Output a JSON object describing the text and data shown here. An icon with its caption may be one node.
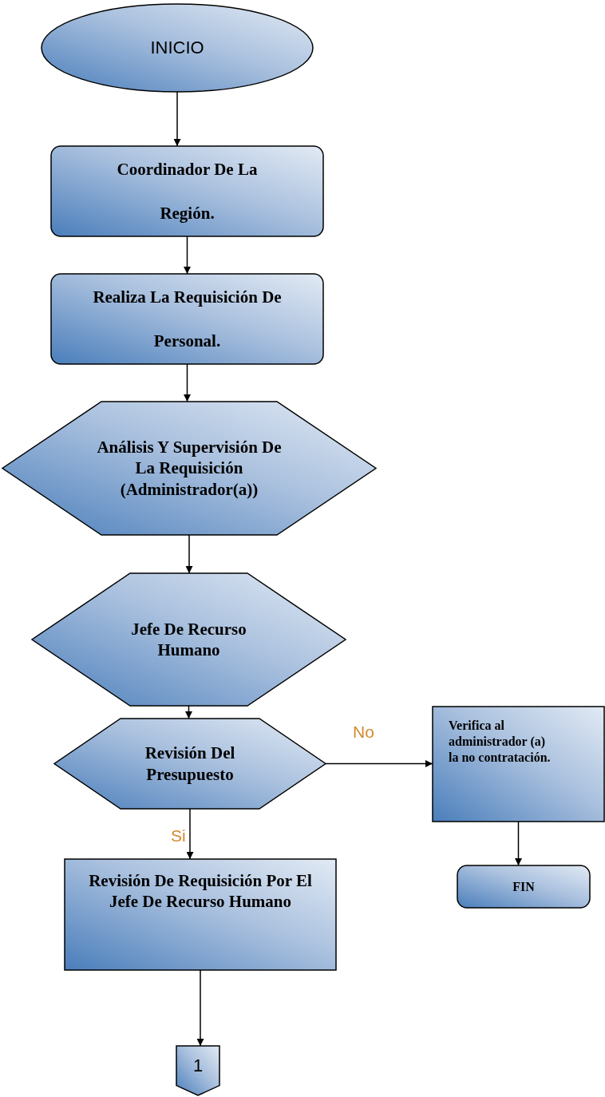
{
  "diagram": {
    "nodes": [
      {
        "text": [
          "INICIO"
        ]
      },
      {
        "text": [
          "Coordinador De La Región."
        ]
      },
      {
        "text": [
          "Realiza La Requisición De Personal."
        ]
      },
      {
        "text": [
          "Análisis Y Supervisión De La Requisición (Administrador(a))"
        ]
      },
      {
        "text": [
          "Jefe De Recurso Humano"
        ]
      },
      {
        "text": [
          "Revisión Del Presupuesto"
        ]
      },
      {
        "text": [
          "Verifica al administrador (a) la no contratación."
        ]
      },
      {
        "text": [
          "FIN"
        ]
      },
      {
        "text": [
          "Revisión De Requisición Por El Jefe De Recurso Humano"
        ]
      },
      {
        "text": [
          "1"
        ]
      }
    ],
    "edges": [
      {
        "from": 0,
        "to": 1,
        "arrow": "to"
      },
      {
        "from": 1,
        "to": 2,
        "arrow": "to"
      },
      {
        "from": 2,
        "to": 3,
        "arrow": "to"
      },
      {
        "from": 3,
        "to": 4,
        "arrow": "to"
      },
      {
        "from": 4,
        "to": 5,
        "arrow": "to"
      },
      {
        "from": 5,
        "to": 6,
        "arrow": "to",
        "label": "No"
      },
      {
        "from": 6,
        "to": 7,
        "arrow": "to"
      },
      {
        "from": 5,
        "to": 8,
        "arrow": "to",
        "label": "Si"
      },
      {
        "from": 8,
        "to": 9,
        "arrow": "to"
      }
    ]
  }
}
